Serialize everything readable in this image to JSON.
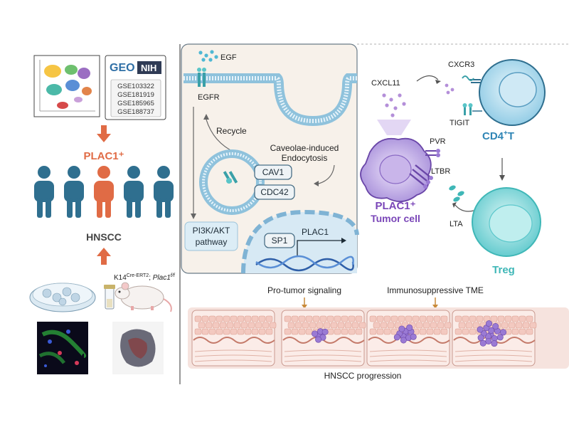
{
  "left": {
    "geo_logo": "GEO",
    "nih_logo": "NIH",
    "accessions": [
      "GSE103322",
      "GSE181919",
      "GSE185965",
      "GSE188737"
    ],
    "plac1_title": "PLAC1⁺",
    "hnscc_label": "HNSCC",
    "mouse_model": {
      "prefix": "K14",
      "sup1": "Cre-ERT2",
      "sep": "; ",
      "gene": "Plac1",
      "sup2": "f/f"
    }
  },
  "middle": {
    "egf": "EGF",
    "egfr": "EGFR",
    "recycle": "Recycle",
    "caveolae_line1": "Caveolae-induced",
    "caveolae_line2": "Endocytosis",
    "cav1": "CAV1",
    "cdc42": "CDC42",
    "pi3k_line1": "PI3K/AKT",
    "pi3k_line2": "pathway",
    "sp1": "SP1",
    "plac1_gene": "PLAC1"
  },
  "right": {
    "cxcl11": "CXCL11",
    "cxcr3": "CXCR3",
    "tigit": "TIGIT",
    "cd4t_main": "CD4",
    "cd4t_sup": "+",
    "cd4t_end": "T",
    "pvr": "PVR",
    "ltbr": "LTBR",
    "lta": "LTA",
    "plac1_tumor_line1": "PLAC1⁺",
    "plac1_tumor_line2": "Tumor cell",
    "treg": "Treg"
  },
  "bottom": {
    "pro_tumor": "Pro-tumor signaling",
    "immuno": "Immunosuppressive TME",
    "progression": "HNSCC progression"
  },
  "colors": {
    "orange": "#e06b45",
    "blue_person": "#2f6f8f",
    "teal": "#3fb7b7",
    "purple": "#7a46b8",
    "panel_bg": "#f7f1ea",
    "skin_bg": "#f6e3de"
  },
  "icons": [
    "tsne-plot-icon",
    "petri-dish-icon",
    "mouse-icon",
    "vial-icon",
    "fluorescence-image-icon",
    "tissue-section-icon"
  ]
}
